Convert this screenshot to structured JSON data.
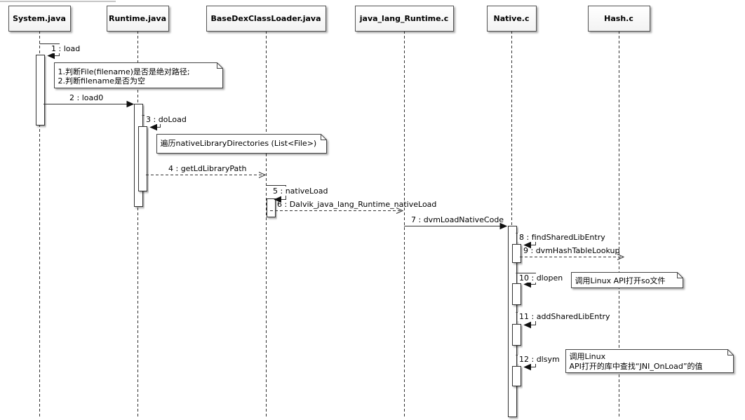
{
  "diagram": {
    "participants": [
      {
        "id": "system",
        "label": "System.java"
      },
      {
        "id": "runtime",
        "label": "Runtime.java"
      },
      {
        "id": "basedex",
        "label": "BaseDexClassLoader.java"
      },
      {
        "id": "jlr",
        "label": "java_lang_Runtime.c"
      },
      {
        "id": "native",
        "label": "Native.c"
      },
      {
        "id": "hash",
        "label": "Hash.c"
      }
    ],
    "messages": [
      {
        "num": "1",
        "label": "load"
      },
      {
        "num": "2",
        "label": "load0"
      },
      {
        "num": "3",
        "label": "doLoad"
      },
      {
        "num": "4",
        "label": "getLdLibraryPath"
      },
      {
        "num": "5",
        "label": "nativeLoad"
      },
      {
        "num": "6",
        "label": "Dalvik_java_lang_Runtime_nativeLoad"
      },
      {
        "num": "7",
        "label": "dvmLoadNativeCode"
      },
      {
        "num": "8",
        "label": "findSharedLibEntry"
      },
      {
        "num": "9",
        "label": "dvmHashTableLookup"
      },
      {
        "num": "10",
        "label": "dlopen"
      },
      {
        "num": "11",
        "label": "addSharedLibEntry"
      },
      {
        "num": "12",
        "label": "dlsym"
      }
    ],
    "notes": [
      {
        "lines": [
          "1.判断File(filename)是否是绝对路径;",
          "2.判断filename是否为空"
        ]
      },
      {
        "lines": [
          "遍历nativeLibraryDirectories (List<File>)"
        ]
      },
      {
        "lines": [
          "调用Linux API打开so文件"
        ]
      },
      {
        "lines": [
          "调用Linux",
          "API打开的库中查找“JNI_OnLoad”的值"
        ]
      }
    ]
  }
}
